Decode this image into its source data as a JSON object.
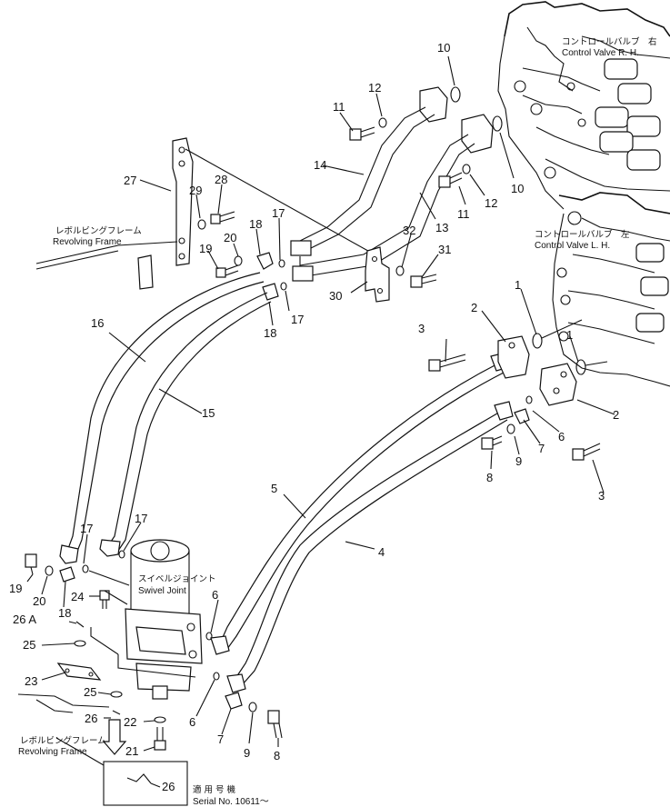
{
  "labels": {
    "cv_right_jp": "コントロールバルブ　右",
    "cv_right_en": "Control Valve R. H.",
    "cv_left_jp": "コントロールバルブ　左",
    "cv_left_en": "Control Valve L. H.",
    "rf_top_jp": "レボルビングフレーム",
    "rf_top_en": "Revolving Frame",
    "rf_bottom_jp": "レボルビングフレーム",
    "rf_bottom_en": "Revolving Frame",
    "swivel_jp": "スイベルジョイント",
    "swivel_en": "Swivel Joint",
    "serial_jp": "適 用 号 機",
    "serial_en": "Serial No. 10611～"
  },
  "callouts": {
    "c1a": "1",
    "c1b": "1",
    "c2a": "2",
    "c2b": "2",
    "c3a": "3",
    "c3b": "3",
    "c4": "4",
    "c5": "5",
    "c6a": "6",
    "c6b": "6",
    "c6c": "6",
    "c7a": "7",
    "c7b": "7",
    "c8a": "8",
    "c8b": "8",
    "c9a": "9",
    "c9b": "9",
    "c10a": "10",
    "c10b": "10",
    "c11a": "11",
    "c11b": "11",
    "c12a": "12",
    "c12b": "12",
    "c13": "13",
    "c14": "14",
    "c15": "15",
    "c16": "16",
    "c17a": "17",
    "c17b": "17",
    "c17c": "17",
    "c17d": "17",
    "c18a": "18",
    "c18b": "18",
    "c18c": "18",
    "c19a": "19",
    "c19b": "19",
    "c20a": "20",
    "c20b": "20",
    "c21": "21",
    "c22": "22",
    "c23": "23",
    "c24": "24",
    "c25a": "25",
    "c25b": "25",
    "c26": "26",
    "c26a": "26 A",
    "c26inset": "26",
    "c27": "27",
    "c28": "28",
    "c29": "29",
    "c30": "30",
    "c31": "31",
    "c32": "32"
  }
}
